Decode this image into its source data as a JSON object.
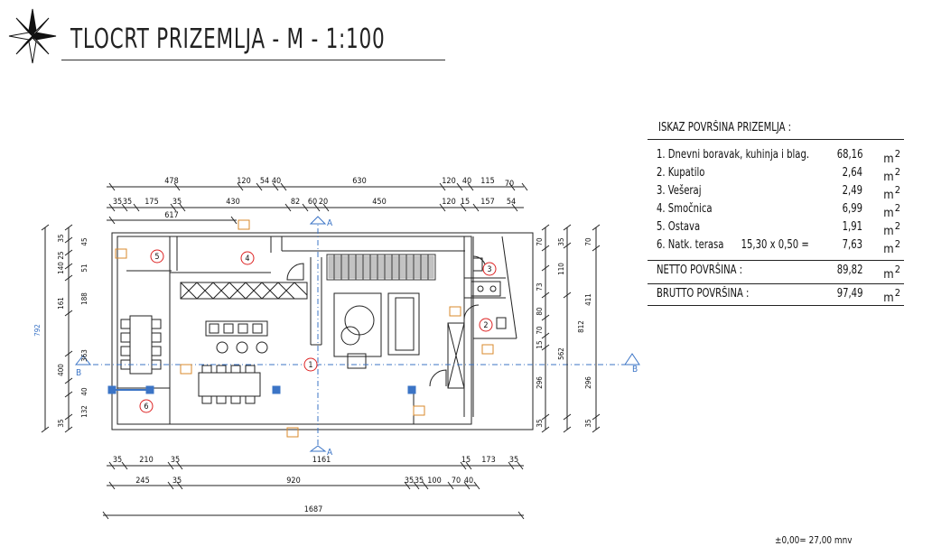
{
  "title": "TLOCRT PRIZEMLJA - M - 1:100",
  "area_table": {
    "heading": "ISKAZ POVRŠINA PRIZEMLJA :",
    "rows": [
      {
        "label": "1. Dnevni boravak, kuhinja i blag.",
        "value": "68,16",
        "unit": "m"
      },
      {
        "label": "2. Kupatilo",
        "value": "2,64",
        "unit": "m"
      },
      {
        "label": "3. Vešeraj",
        "value": "2,49",
        "unit": "m"
      },
      {
        "label": "4. Smočnica",
        "value": "6,99",
        "unit": "m"
      },
      {
        "label": "5. Ostava",
        "value": "1,91",
        "unit": "m"
      },
      {
        "label": "6. Natk. terasa      15,30 x 0,50 =",
        "value": "7,63",
        "unit": "m"
      }
    ],
    "unit_exponent": "2",
    "netto_label": "NETTO POVRŠINA :",
    "netto_value": "89,82",
    "brutto_label": "BRUTTO POVRŠINA :",
    "brutto_value": "97,49"
  },
  "dimensions": {
    "top_row1": [
      "478",
      "120",
      "54",
      "40",
      "630",
      "120",
      "40",
      "115",
      "70"
    ],
    "top_row2": [
      "35",
      "35",
      "175",
      "35",
      "430",
      "82",
      "60",
      "20",
      "450",
      "120",
      "15",
      "157",
      "54"
    ],
    "top_row3": [
      "617"
    ],
    "left_outer": [
      "792"
    ],
    "left_inner": [
      "35",
      "45",
      "25",
      "140",
      "51",
      "161",
      "188",
      "363",
      "400",
      "40",
      "132",
      "35"
    ],
    "right_inner": [
      "70",
      "35",
      "110",
      "73",
      "80",
      "70",
      "15",
      "296",
      "35"
    ],
    "right_outer": [
      "70",
      "411",
      "812",
      "562",
      "296",
      "35"
    ],
    "bottom_row1": [
      "35",
      "210",
      "35",
      "1161",
      "15",
      "173",
      "35"
    ],
    "bottom_row2": [
      "245",
      "35",
      "920",
      "35",
      "35",
      "100",
      "70",
      "40"
    ],
    "bottom_total": [
      "1687"
    ]
  },
  "room_numbers": [
    "1",
    "2",
    "3",
    "4",
    "5",
    "6"
  ],
  "section_markers": [
    "A",
    "A",
    "B",
    "B"
  ],
  "footnote": "±0,00= 27,00 mnv"
}
